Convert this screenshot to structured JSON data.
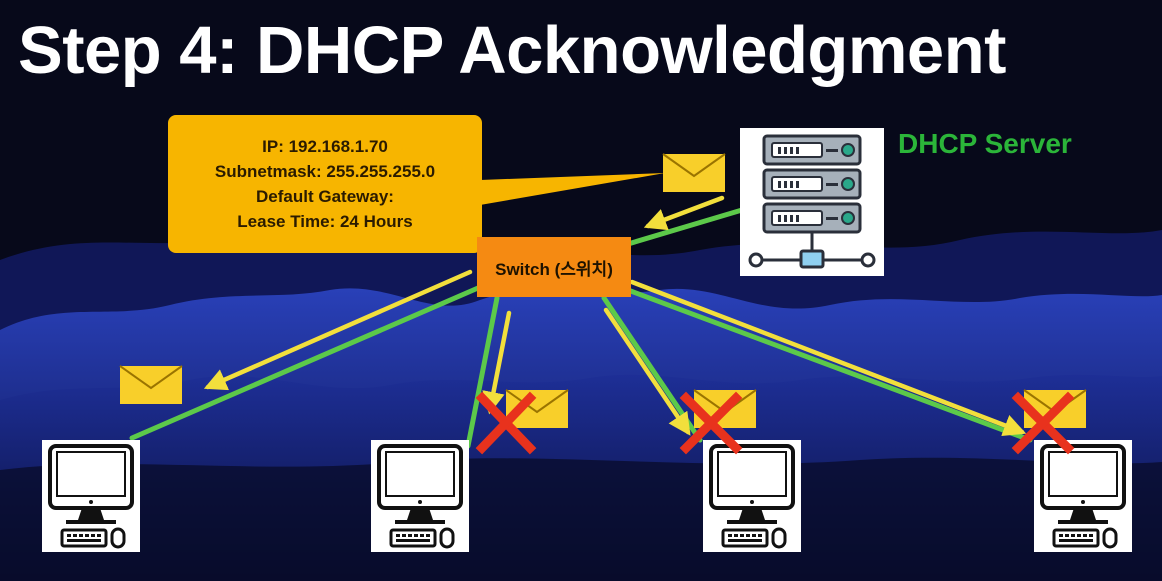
{
  "title": "Step 4: DHCP Acknowledgment",
  "server": {
    "label": "DHCP Server",
    "label_color": "#2bb539"
  },
  "switch": {
    "label": "Switch (스위치)",
    "color": "#f58a12"
  },
  "callout": {
    "lines": [
      "IP: 192.168.1.70",
      "Subnetmask: 255.255.255.0",
      "Default Gateway:",
      "Lease Time: 24 Hours"
    ],
    "color": "#f7b500"
  },
  "clients": [
    {
      "icon": "desktop-computer-icon",
      "accepted": true
    },
    {
      "icon": "desktop-computer-icon",
      "accepted": false
    },
    {
      "icon": "desktop-computer-icon",
      "accepted": false
    },
    {
      "icon": "desktop-computer-icon",
      "accepted": false
    }
  ],
  "colors": {
    "background": "#07091a",
    "mountains": "#1a2a8c",
    "link_line": "#5cc94a",
    "message_arrow": "#f2df3c",
    "envelope": "#f8cf2a",
    "reject_mark": "#e8321d"
  }
}
